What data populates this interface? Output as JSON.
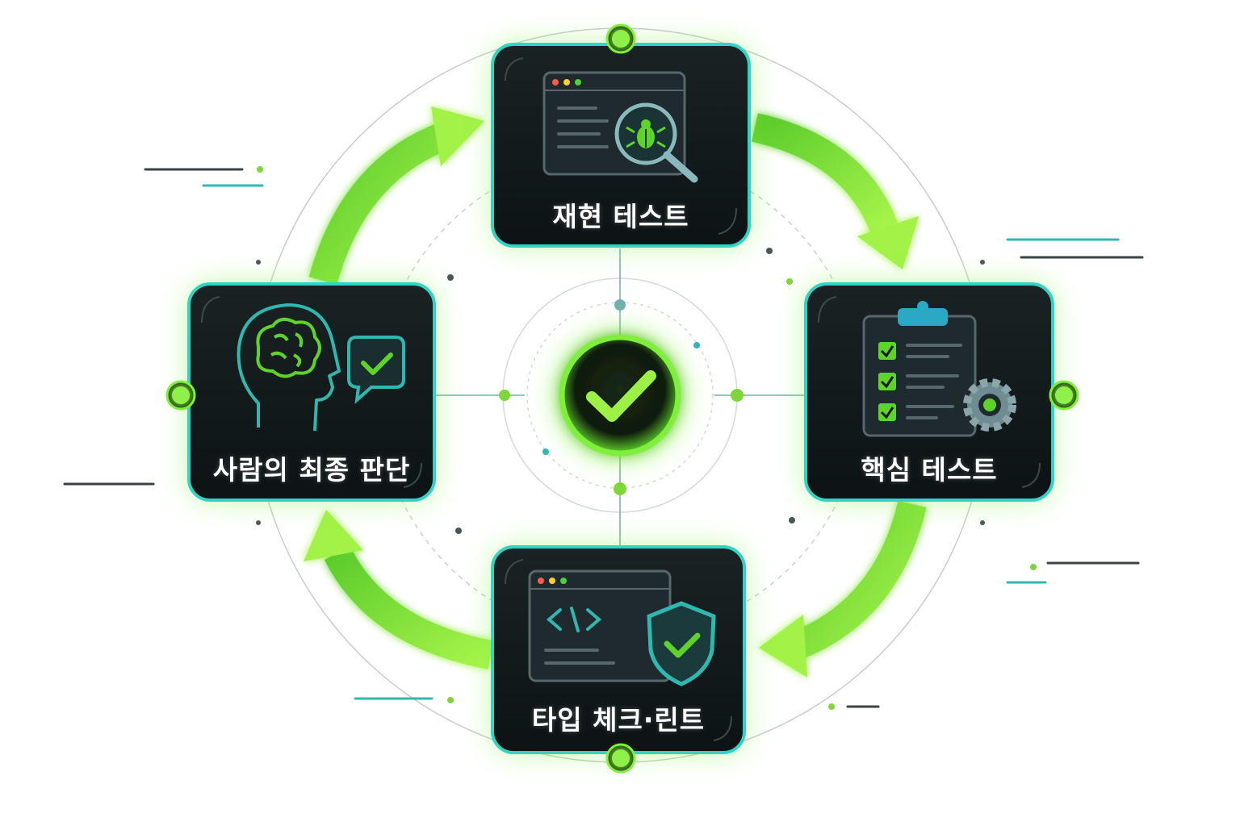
{
  "colors": {
    "card_bg": "#111a1c",
    "card_border": "#2ad3c8",
    "card_glow": "#7cf03a",
    "arrow": "#7ee83a",
    "accent_green": "#6ee02c",
    "accent_teal": "#2fb8b0",
    "label_text": "#ffffff"
  },
  "center": {
    "icon": "check-circle-icon"
  },
  "cards": {
    "reproduction_test": {
      "label": "재현 테스트",
      "icon": "browser-bug-search-icon"
    },
    "core_test": {
      "label": "핵심 테스트",
      "icon": "clipboard-checklist-gear-icon"
    },
    "typecheck_lint": {
      "label": "타입 체크·린트",
      "icon": "code-window-shield-icon"
    },
    "human_final_judgment": {
      "label": "사람의 최종 판단",
      "icon": "head-brain-check-icon"
    }
  }
}
